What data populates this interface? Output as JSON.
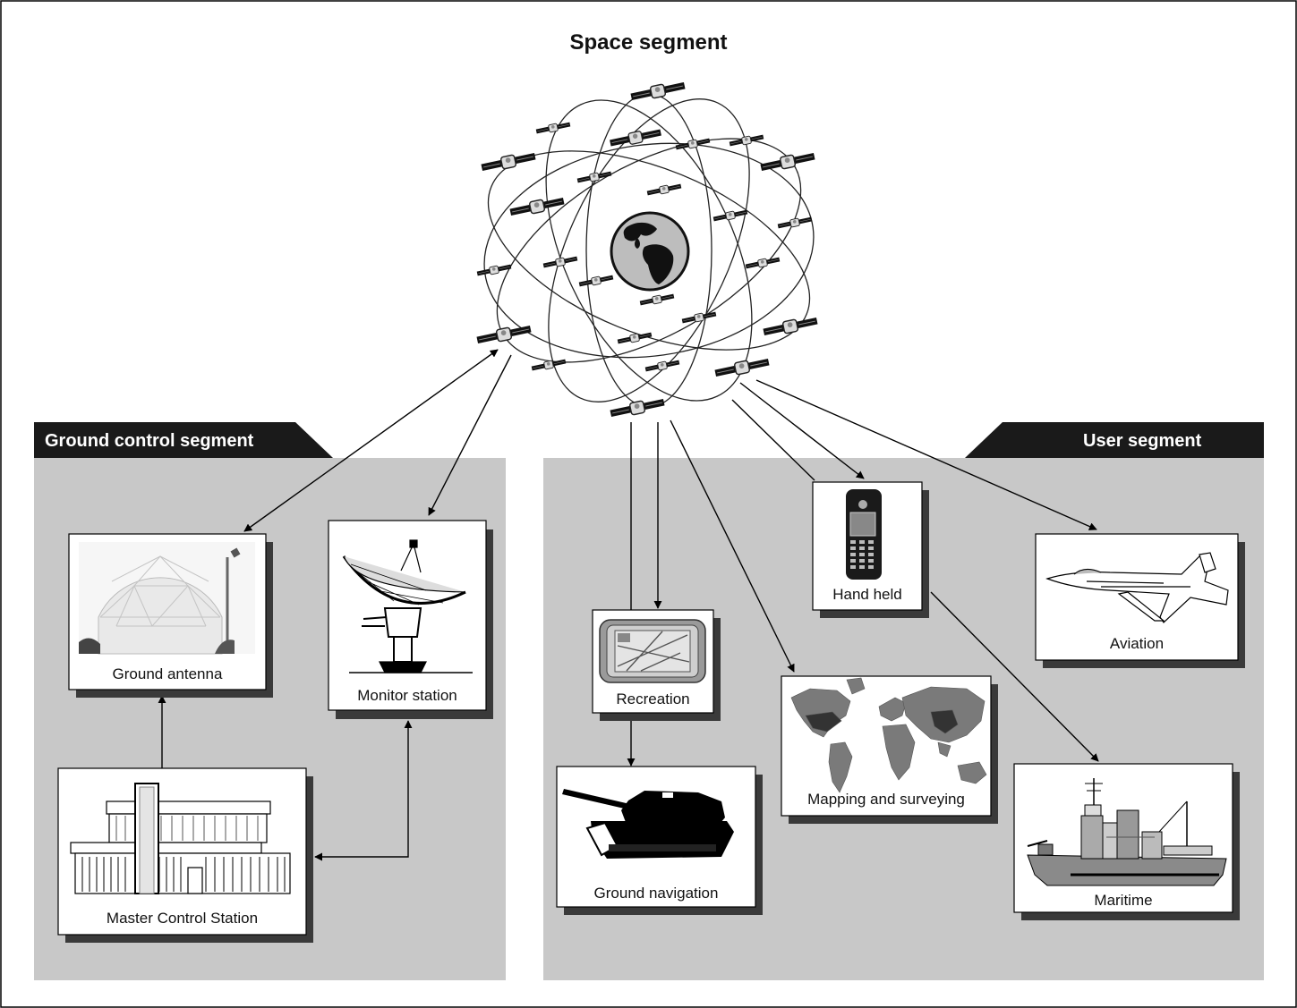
{
  "diagram": {
    "title": "Space segment",
    "segments": {
      "ground_control": "Ground control segment",
      "user": "User segment"
    },
    "nodes": {
      "ground_antenna": "Ground antenna",
      "monitor_station": "Monitor station",
      "master_control_station": "Master Control Station",
      "recreation": "Recreation",
      "ground_navigation": "Ground navigation",
      "hand_held": "Hand held",
      "mapping_and_surveying": "Mapping and surveying",
      "aviation": "Aviation",
      "maritime": "Maritime"
    },
    "colors": {
      "panel": "#c8c8c8",
      "banner": "#1a1a1a",
      "shadow": "#3a3a3a",
      "frame": "#000000"
    }
  }
}
